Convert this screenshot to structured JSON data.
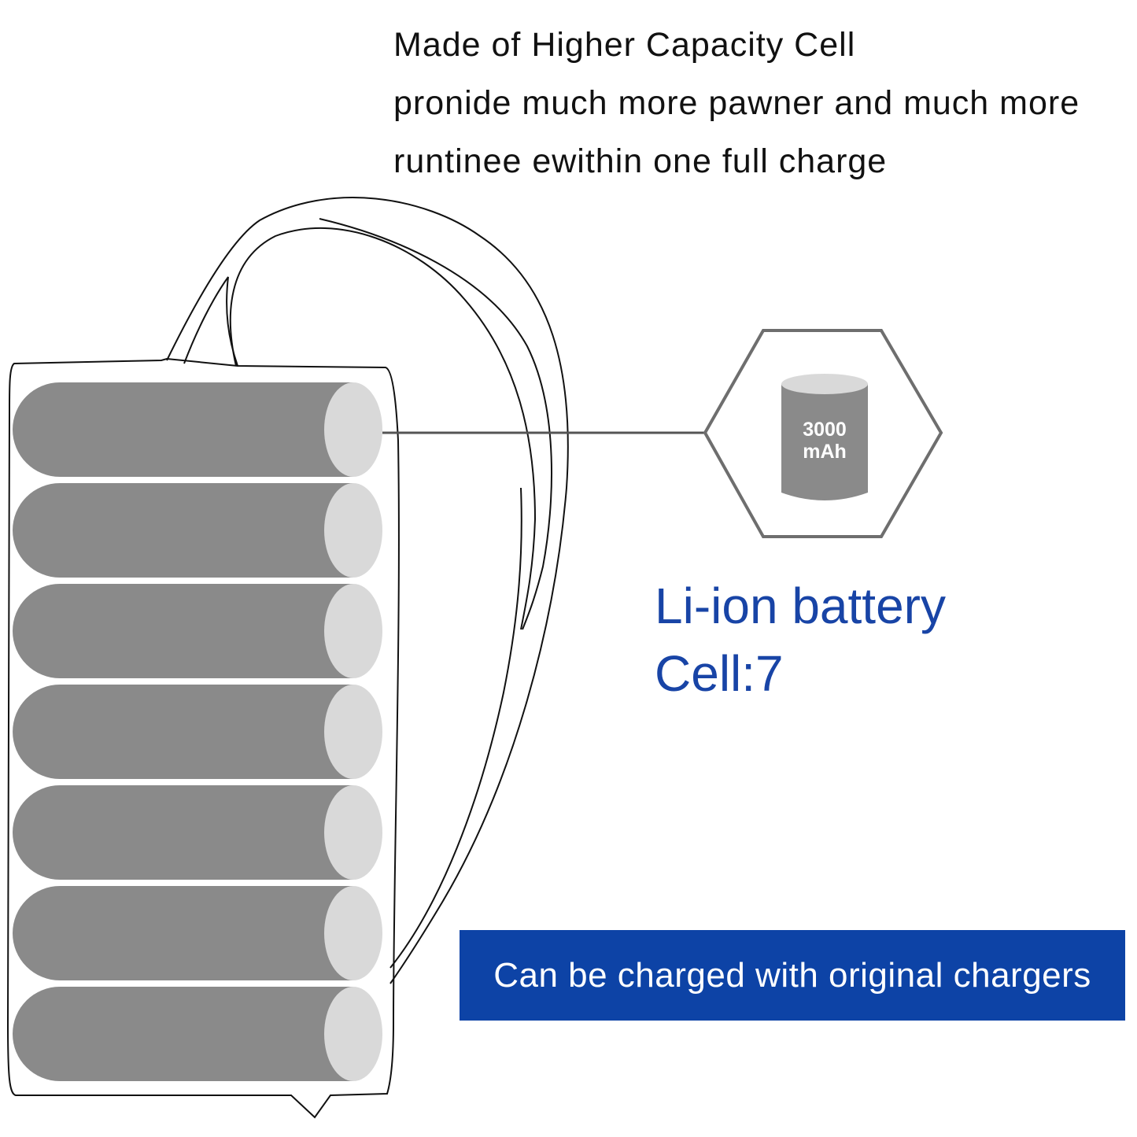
{
  "headline": {
    "line1": "Made of Higher Capacity Cell",
    "line2": "pronide much more pawner and much more",
    "line3": "runtinee ewithin one full charge"
  },
  "battery_type": {
    "title": "Li-ion battery",
    "cells": "Cell:7"
  },
  "capacity": {
    "value": "3000",
    "unit": "mAh"
  },
  "banner": {
    "text": "Can be charged with original chargers"
  },
  "colors": {
    "accent_blue": "#1844a6",
    "banner_bg": "#0d43a6",
    "cell_body": "#8a8a8a",
    "cell_cap": "#d9d9d9"
  },
  "cell_count": 7
}
